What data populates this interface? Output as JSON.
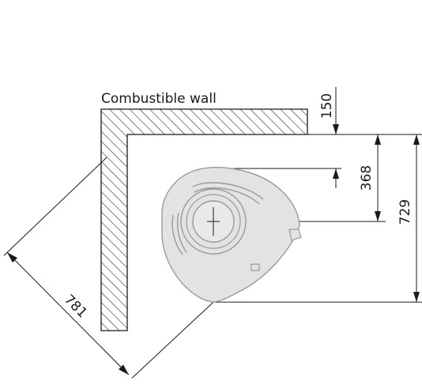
{
  "wall_label": "Combustible wall",
  "dimensions": {
    "wall_to_flue": "150",
    "flue_to_back": "368",
    "wall_to_front": "729",
    "diagonal": "781"
  },
  "colors": {
    "line": "#1a1a1a",
    "stove_fill": "#e3e3e3",
    "stove_outline": "#9a9a9a",
    "hatch": "#1a1a1a"
  }
}
